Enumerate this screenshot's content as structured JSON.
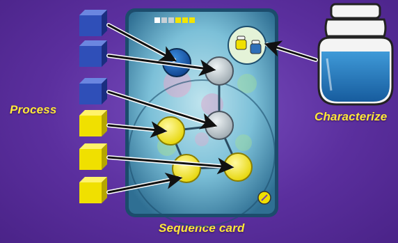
{
  "labels": {
    "process": "Process",
    "characterize": "Characterize",
    "sequence_card": "Sequence card"
  },
  "colors": {
    "background": "#5b2f9e",
    "label_yellow": "#ffe93a",
    "blue_cube": "#2f4fb8",
    "yellow_cube": "#f0e000",
    "card_fill": "#6fb6d3"
  },
  "cubes": [
    {
      "color": "blue"
    },
    {
      "color": "blue"
    },
    {
      "color": "blue"
    },
    {
      "color": "yellow"
    },
    {
      "color": "yellow"
    },
    {
      "color": "yellow"
    }
  ]
}
